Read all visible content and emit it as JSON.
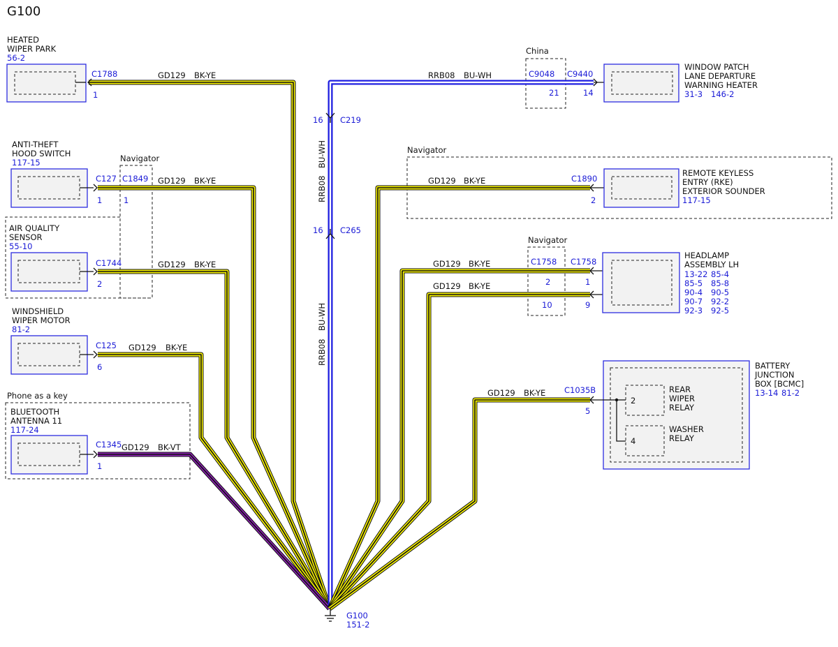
{
  "page_title": "G100",
  "colors": {
    "black": "#111111",
    "yellow": "#f5f000",
    "blue": "#1f1fe0",
    "white": "#ffffff",
    "violet": "#8a1fb0",
    "ref_text": "#1a1ad6"
  },
  "components": {
    "heated_wiper_park": {
      "name_lines": [
        "HEATED",
        "WIPER PARK"
      ],
      "ref": "56-2",
      "connector": "C1788",
      "pin": "1"
    },
    "anti_theft_hood_switch": {
      "name_lines": [
        "ANTI-THEFT",
        "HOOD SWITCH"
      ],
      "ref": "117-15",
      "connector": "C127",
      "pin": "1",
      "inline_connector": "C1849",
      "inline_pin": "1",
      "option": "Navigator"
    },
    "air_quality_sensor": {
      "name_lines": [
        "AIR QUALITY",
        "SENSOR"
      ],
      "ref": "55-10",
      "connector": "C1744",
      "pin": "2"
    },
    "windshield_wiper_motor": {
      "name_lines": [
        "WINDSHIELD",
        "WIPER MOTOR"
      ],
      "ref": "81-2",
      "connector": "C125",
      "pin": "6"
    },
    "bluetooth_antenna": {
      "option": "Phone as a key",
      "name_lines": [
        "BLUETOOTH",
        "ANTENNA 11"
      ],
      "ref": "117-24",
      "connector": "C1345",
      "pin": "1"
    },
    "window_patch_heater": {
      "name_lines": [
        "WINDOW PATCH",
        "LANE DEPARTURE",
        "WARNING HEATER"
      ],
      "refs": [
        "31-3",
        "146-2"
      ],
      "connector": "C9440",
      "pin": "14",
      "inline_connector": "C9048",
      "inline_pin": "21",
      "option": "China"
    },
    "inline_c219": {
      "connector": "C219",
      "pin": "16"
    },
    "inline_c265": {
      "connector": "C265",
      "pin": "16"
    },
    "rke_exterior_sounder": {
      "option": "Navigator",
      "name_lines": [
        "REMOTE KEYLESS",
        "ENTRY (RKE)",
        "EXTERIOR SOUNDER"
      ],
      "ref": "117-15",
      "connector": "C1890",
      "pin": "2"
    },
    "headlamp_assembly_lh": {
      "name_lines": [
        "HEADLAMP",
        "ASSEMBLY LH"
      ],
      "refs": [
        "13-22",
        "85-4",
        "85-5",
        "85-8",
        "90-4",
        "90-5",
        "90-7",
        "92-2",
        "92-3",
        "92-5"
      ],
      "connector": "C1758",
      "pins": [
        "1",
        "9"
      ],
      "inline_connector": "C1758",
      "inline_pins": [
        "2",
        "10"
      ],
      "option": "Navigator"
    },
    "battery_junction_box": {
      "name_lines": [
        "BATTERY",
        "JUNCTION",
        "BOX [BCMC]"
      ],
      "refs": [
        "13-14",
        "81-2"
      ],
      "connector": "C1035B",
      "pin": "5",
      "relays": [
        {
          "pin": "2",
          "label_lines": [
            "REAR",
            "WIPER",
            "RELAY"
          ]
        },
        {
          "pin": "4",
          "label_lines": [
            "WASHER",
            "RELAY"
          ]
        }
      ]
    },
    "ground": {
      "name": "G100",
      "ref": "151-2"
    }
  },
  "wires": {
    "w1": {
      "circuit": "GD129",
      "color_code": "BK-YE"
    },
    "w2": {
      "circuit": "GD129",
      "color_code": "BK-YE"
    },
    "w3": {
      "circuit": "GD129",
      "color_code": "BK-YE"
    },
    "w4": {
      "circuit": "GD129",
      "color_code": "BK-YE"
    },
    "w5": {
      "circuit": "GD129",
      "color_code": "BK-VT"
    },
    "w6": {
      "circuit": "RRB08",
      "color_code": "BU-WH"
    },
    "w6_upper": {
      "circuit": "RRB08",
      "color_code": "BU-WH"
    },
    "w6_lower": {
      "circuit": "RRB08",
      "color_code": "BU-WH"
    },
    "w7": {
      "circuit": "GD129",
      "color_code": "BK-YE"
    },
    "w8": {
      "circuit": "GD129",
      "color_code": "BK-YE"
    },
    "w9": {
      "circuit": "GD129",
      "color_code": "BK-YE"
    },
    "w10": {
      "circuit": "GD129",
      "color_code": "BK-YE"
    }
  }
}
